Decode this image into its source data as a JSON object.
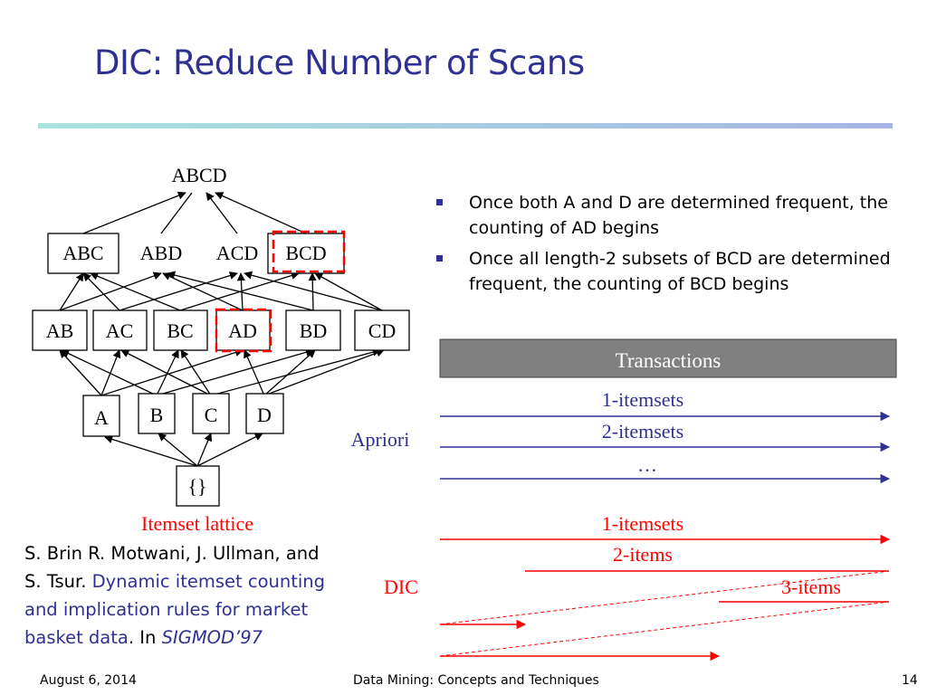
{
  "slide": {
    "title": "DIC: Reduce Number of Scans",
    "bullets": [
      "Once both A and D are determined frequent, the counting of AD begins",
      "Once all length-2 subsets of BCD are determined frequent, the counting of BCD begins"
    ],
    "citation": {
      "authors": "S. Brin R. Motwani, J. Ullman, and S. Tsur. ",
      "paper_title": "Dynamic itemset counting and implication rules for market basket data",
      "in_text": ". In ",
      "venue": "SIGMOD’97"
    },
    "footer": {
      "date": "August 6, 2014",
      "center": "Data Mining: Concepts and Techniques",
      "page": "14"
    }
  },
  "lattice": {
    "top": "ABCD",
    "level3": [
      "ABC",
      "ABD",
      "ACD",
      "BCD"
    ],
    "level2": [
      "AB",
      "AC",
      "BC",
      "AD",
      "BD",
      "CD"
    ],
    "level1": [
      "A",
      "B",
      "C",
      "D"
    ],
    "empty": "{}",
    "caption": "Itemset lattice",
    "highlighted": [
      "AD",
      "BCD"
    ]
  },
  "scans": {
    "header": "Transactions",
    "apriori_label": "Apriori",
    "apriori_rows": [
      "1-itemsets",
      "2-itemsets",
      "…"
    ],
    "dic_label": "DIC",
    "dic_rows": [
      "1-itemsets",
      "2-items",
      "3-items"
    ]
  },
  "colors": {
    "title": "#2e3192",
    "apriori": "#2e3192",
    "dic": "#ff0000",
    "header_bg": "#808080",
    "highlight": "#ff0000"
  }
}
